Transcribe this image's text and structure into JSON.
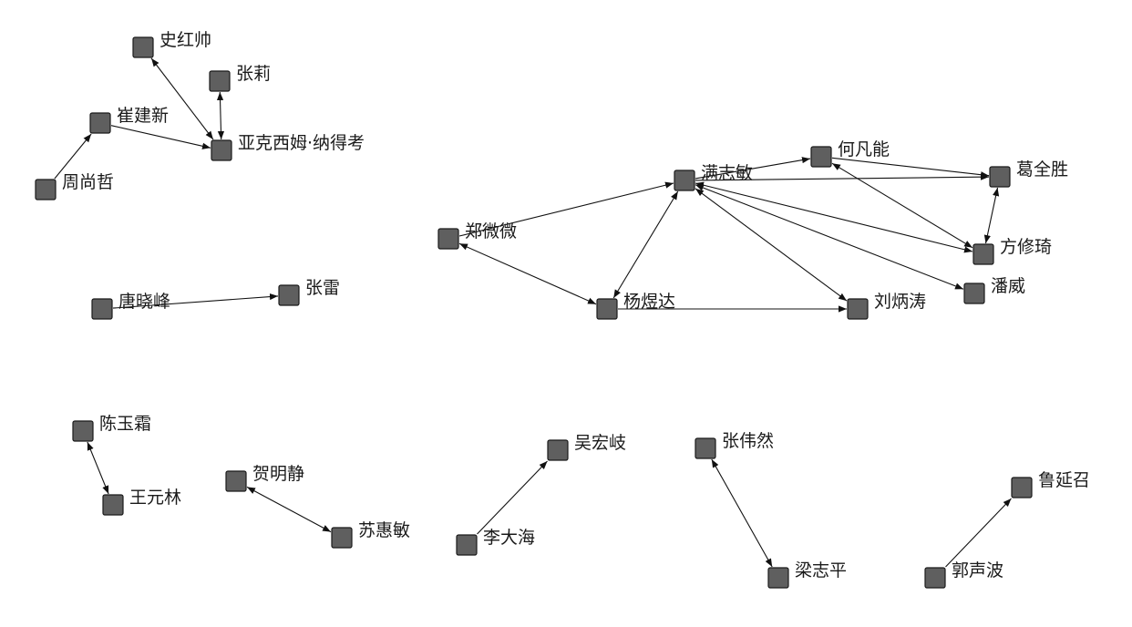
{
  "nodes": [
    {
      "id": "shi",
      "label": "史红帅"
    },
    {
      "id": "zhangli",
      "label": "张莉"
    },
    {
      "id": "cui",
      "label": "崔建新"
    },
    {
      "id": "yake",
      "label": "亚克西姆·纳得考"
    },
    {
      "id": "zhou",
      "label": "周尚哲"
    },
    {
      "id": "tang",
      "label": "唐晓峰"
    },
    {
      "id": "zhanglei",
      "label": "张雷"
    },
    {
      "id": "man",
      "label": "满志敏"
    },
    {
      "id": "he",
      "label": "何凡能"
    },
    {
      "id": "ge",
      "label": "葛全胜"
    },
    {
      "id": "zheng",
      "label": "郑微微"
    },
    {
      "id": "fang",
      "label": "方修琦"
    },
    {
      "id": "pan",
      "label": "潘威"
    },
    {
      "id": "yang",
      "label": "杨煜达"
    },
    {
      "id": "liu",
      "label": "刘炳涛"
    },
    {
      "id": "chen",
      "label": "陈玉霜"
    },
    {
      "id": "wang",
      "label": "王元林"
    },
    {
      "id": "heming",
      "label": "贺明静"
    },
    {
      "id": "su",
      "label": "苏惠敏"
    },
    {
      "id": "wu",
      "label": "吴宏岐"
    },
    {
      "id": "li",
      "label": "李大海"
    },
    {
      "id": "zhangwei",
      "label": "张伟然"
    },
    {
      "id": "liang",
      "label": "梁志平"
    },
    {
      "id": "lu",
      "label": "鲁延召"
    },
    {
      "id": "guo",
      "label": "郭声波"
    }
  ],
  "edges": [
    {
      "from": "shi",
      "to": "yake",
      "bidirectional": true
    },
    {
      "from": "zhangli",
      "to": "yake",
      "bidirectional": true
    },
    {
      "from": "cui",
      "to": "yake",
      "bidirectional": false
    },
    {
      "from": "zhou",
      "to": "cui",
      "bidirectional": false
    },
    {
      "from": "tang",
      "to": "zhanglei",
      "bidirectional": false
    },
    {
      "from": "zheng",
      "to": "man",
      "bidirectional": false
    },
    {
      "from": "zheng",
      "to": "yang",
      "bidirectional": true
    },
    {
      "from": "man",
      "to": "he",
      "bidirectional": false
    },
    {
      "from": "man",
      "to": "ge",
      "bidirectional": false
    },
    {
      "from": "he",
      "to": "ge",
      "bidirectional": false
    },
    {
      "from": "he",
      "to": "fang",
      "bidirectional": true
    },
    {
      "from": "ge",
      "to": "fang",
      "bidirectional": true
    },
    {
      "from": "man",
      "to": "fang",
      "bidirectional": true
    },
    {
      "from": "man",
      "to": "pan",
      "bidirectional": true
    },
    {
      "from": "man",
      "to": "liu",
      "bidirectional": true
    },
    {
      "from": "man",
      "to": "yang",
      "bidirectional": true
    },
    {
      "from": "yang",
      "to": "liu",
      "bidirectional": false
    },
    {
      "from": "chen",
      "to": "wang",
      "bidirectional": true
    },
    {
      "from": "heming",
      "to": "su",
      "bidirectional": true
    },
    {
      "from": "li",
      "to": "wu",
      "bidirectional": false
    },
    {
      "from": "zhangwei",
      "to": "liang",
      "bidirectional": true
    },
    {
      "from": "guo",
      "to": "lu",
      "bidirectional": false
    }
  ],
  "colors": {
    "node_fill": "#5f5f5f",
    "node_stroke": "#1a1a1a",
    "edge": "#111111",
    "label": "#1a1a1a"
  }
}
